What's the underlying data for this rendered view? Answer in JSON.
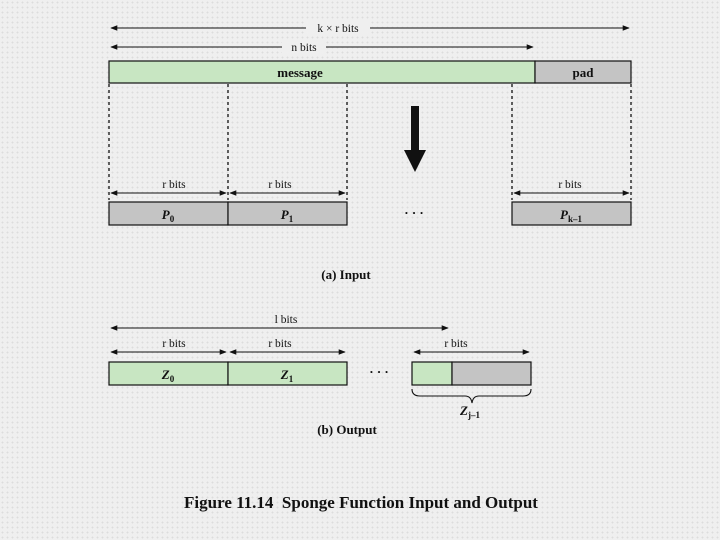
{
  "colors": {
    "green": "#c8e6c2",
    "gray": "#c4c4c4",
    "ink": "#111111"
  },
  "input": {
    "top_dim": "k × r bits",
    "n_dim": "n bits",
    "message_label": "message",
    "pad_label": "pad",
    "r_dim": "r bits",
    "block_p0": "P",
    "block_p0_sub": "0",
    "block_p1": "P",
    "block_p1_sub": "1",
    "block_pk": "P",
    "block_pk_sub": "k–1",
    "ellipsis": "· · ·",
    "caption": "(a) Input"
  },
  "output": {
    "l_dim": "l bits",
    "r_dim": "r bits",
    "block_z0": "Z",
    "block_z0_sub": "0",
    "block_z1": "Z",
    "block_z1_sub": "1",
    "block_zj": "Z",
    "block_zj_sub": "j–1",
    "ellipsis": "· · ·",
    "caption": "(b) Output"
  },
  "figure_caption": "Figure 11.14  Sponge Function Input and Output"
}
